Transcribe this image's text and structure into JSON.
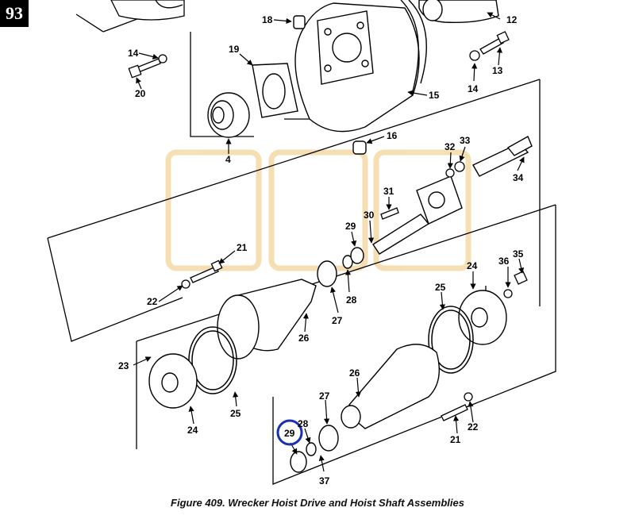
{
  "page": {
    "number": "93"
  },
  "caption": "Figure 409. Wrecker Hoist Drive and Hoist Shaft Assemblies",
  "highlight": {
    "part": "29",
    "color": "#1a2fb0"
  },
  "watermark": {
    "color": "#f5d9a6"
  },
  "callouts": [
    {
      "id": "c18",
      "text": "18"
    },
    {
      "id": "c12",
      "text": "12"
    },
    {
      "id": "c14a",
      "text": "14"
    },
    {
      "id": "c19",
      "text": "19"
    },
    {
      "id": "c20",
      "text": "20"
    },
    {
      "id": "c13",
      "text": "13"
    },
    {
      "id": "c14b",
      "text": "14"
    },
    {
      "id": "c15",
      "text": "15"
    },
    {
      "id": "c4",
      "text": "4"
    },
    {
      "id": "c16",
      "text": "16"
    },
    {
      "id": "c32",
      "text": "32"
    },
    {
      "id": "c33",
      "text": "33"
    },
    {
      "id": "c34",
      "text": "34"
    },
    {
      "id": "c31",
      "text": "31"
    },
    {
      "id": "c30",
      "text": "30"
    },
    {
      "id": "c29a",
      "text": "29"
    },
    {
      "id": "c21a",
      "text": "21"
    },
    {
      "id": "c22a",
      "text": "22"
    },
    {
      "id": "c28a",
      "text": "28"
    },
    {
      "id": "c27a",
      "text": "27"
    },
    {
      "id": "c24a",
      "text": "24"
    },
    {
      "id": "c36",
      "text": "36"
    },
    {
      "id": "c35",
      "text": "35"
    },
    {
      "id": "c25a",
      "text": "25"
    },
    {
      "id": "c26a",
      "text": "26"
    },
    {
      "id": "c23",
      "text": "23"
    },
    {
      "id": "c25b",
      "text": "25"
    },
    {
      "id": "c24b",
      "text": "24"
    },
    {
      "id": "c26b",
      "text": "26"
    },
    {
      "id": "c27b",
      "text": "27"
    },
    {
      "id": "c22b",
      "text": "22"
    },
    {
      "id": "c21b",
      "text": "21"
    },
    {
      "id": "c28b",
      "text": "28"
    },
    {
      "id": "c29b",
      "text": "29"
    },
    {
      "id": "c37",
      "text": "37"
    }
  ]
}
